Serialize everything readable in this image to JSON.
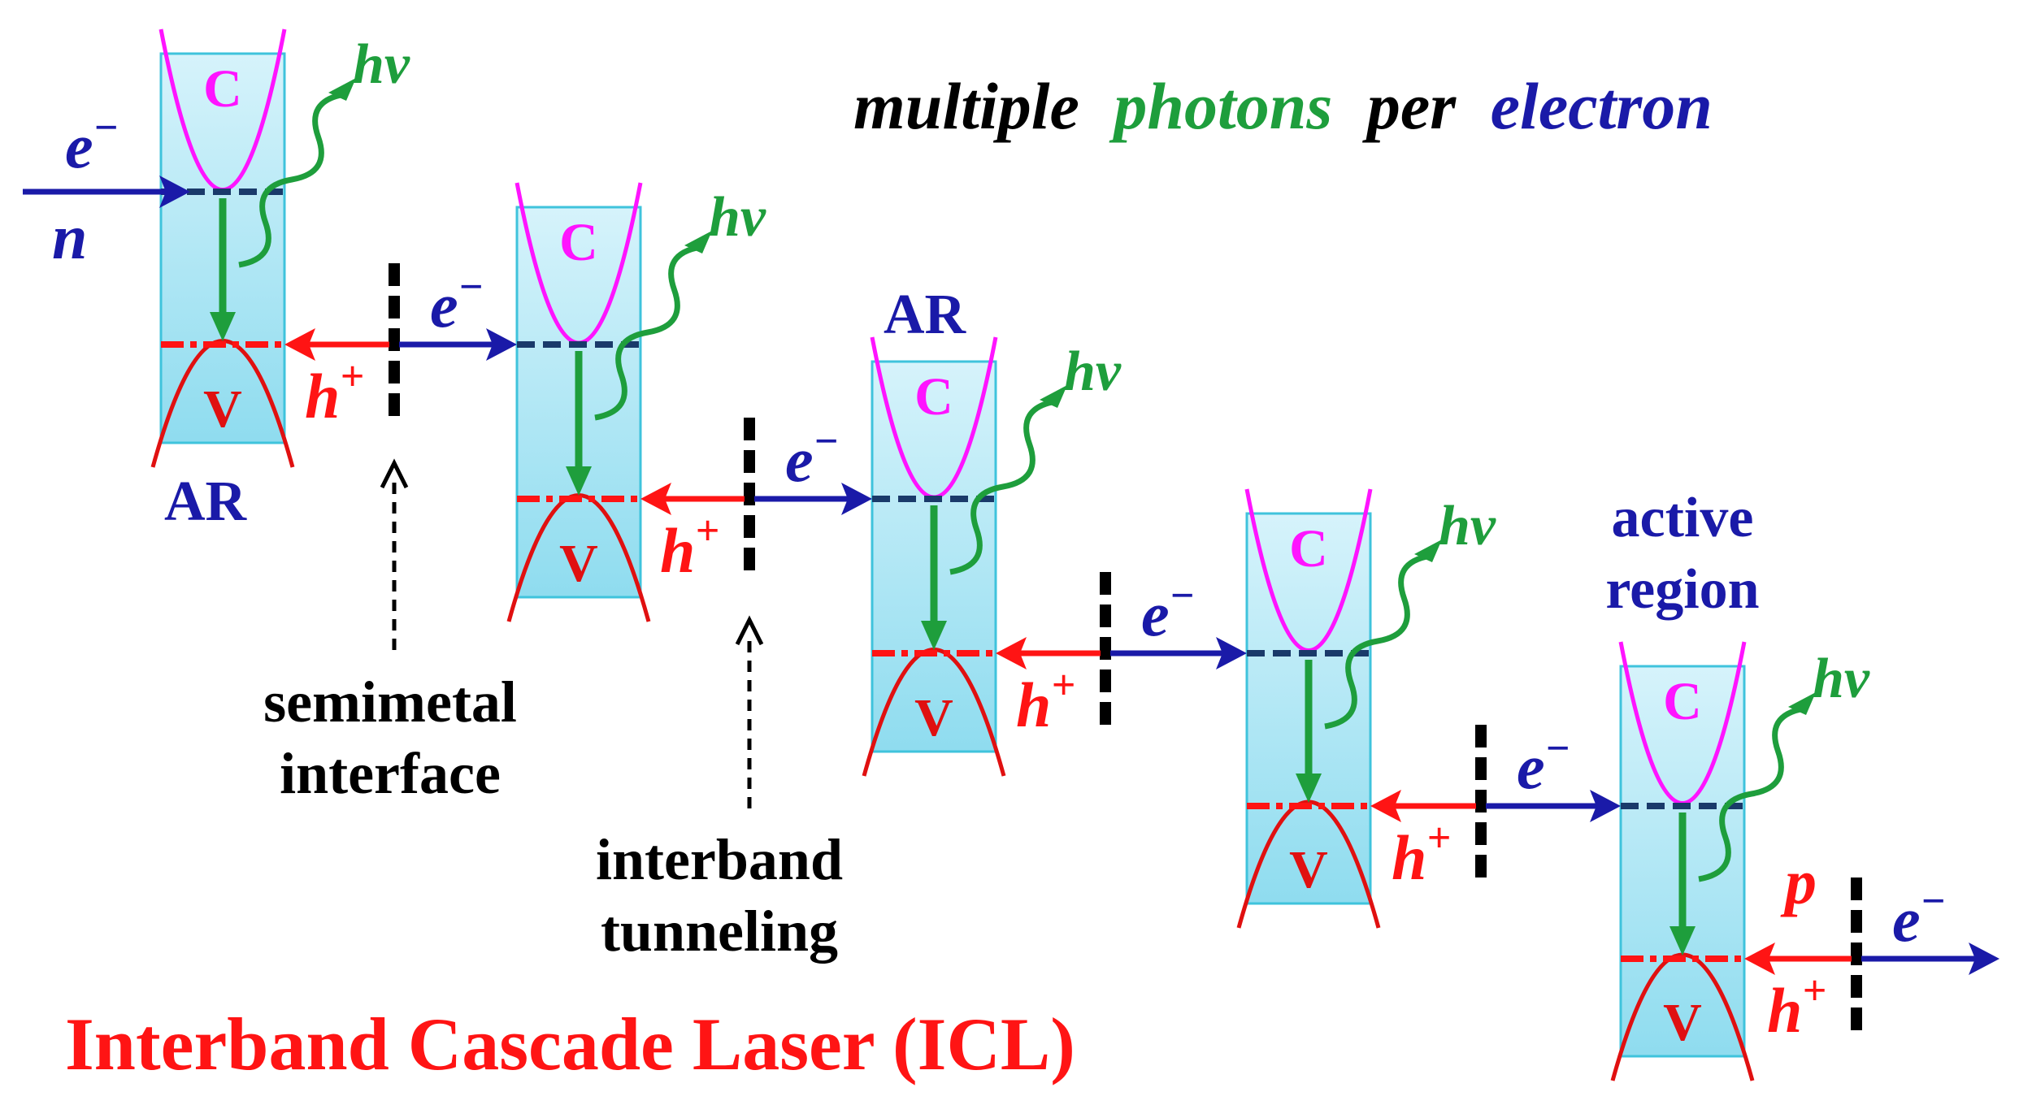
{
  "headline": {
    "part1": "multiple",
    "part2": "photons",
    "part3": "per",
    "part4": "electron"
  },
  "labels": {
    "conduction": "C",
    "valence": "V",
    "photon": "hν",
    "electron": "e",
    "hole": "h",
    "minus": "−",
    "plus": "+",
    "n_side": "n",
    "p_side": "p",
    "ar": "AR",
    "active_region_line1": "active",
    "active_region_line2": "region",
    "semimetal_line1": "semimetal",
    "semimetal_line2": "interface",
    "tunneling_line1": "interband",
    "tunneling_line2": "tunneling"
  },
  "title": "Interband Cascade Laser (ICL)",
  "colors": {
    "electron": "#1a1aa8",
    "hole": "#ff1414",
    "photon": "#1e9e3c",
    "conduction": "#ff14ff",
    "valence": "#e01010",
    "well_fill": "#b8eaf6",
    "well_stroke": "#3fc3dc",
    "title": "#ff1414",
    "interface": "#000000"
  }
}
